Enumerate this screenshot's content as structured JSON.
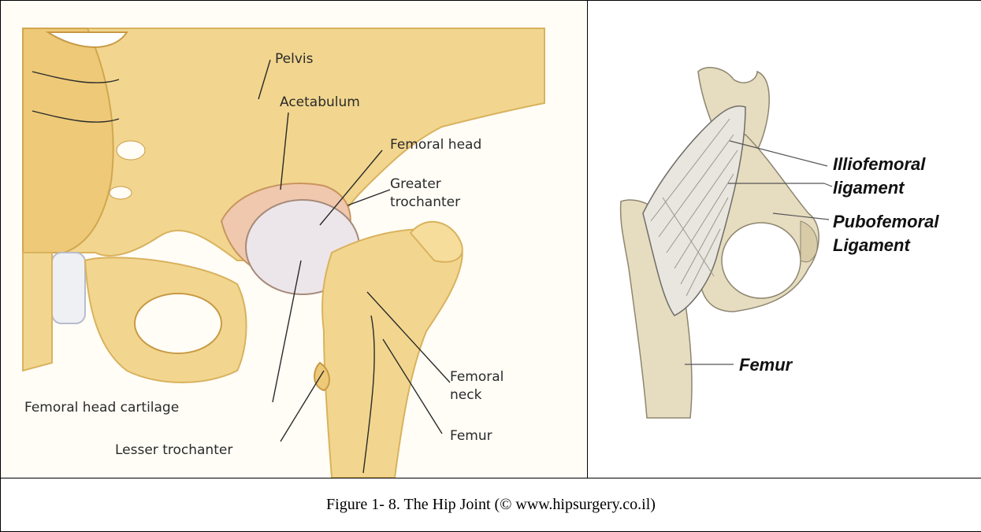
{
  "left_labels": {
    "pelvis": "Pelvis",
    "acetabulum": "Acetabulum",
    "femoral_head": "Femoral head",
    "greater_trochanter_1": "Greater",
    "greater_trochanter_2": "trochanter",
    "femoral_neck_1": "Femoral",
    "femoral_neck_2": "neck",
    "femoral_head_cartilage": "Femoral head cartilage",
    "lesser_trochanter": "Lesser trochanter",
    "femur": "Femur"
  },
  "right_labels": {
    "iliofemoral_1": "Illiofemoral",
    "iliofemoral_2": "ligament",
    "pubofemoral_1": "Pubofemoral",
    "pubofemoral_2": "Ligament",
    "femur": "Femur"
  },
  "caption": "Figure 1- 8. The Hip Joint   (© www.hipsurgery.co.il)",
  "colors": {
    "bone": "#f2d68f",
    "bone_light": "#f9e9b8",
    "bone_shadow": "#d9b25e",
    "cartilage": "#ece6ea",
    "ligament": "#e8e6de",
    "right_bone": "#e6dcc0"
  }
}
